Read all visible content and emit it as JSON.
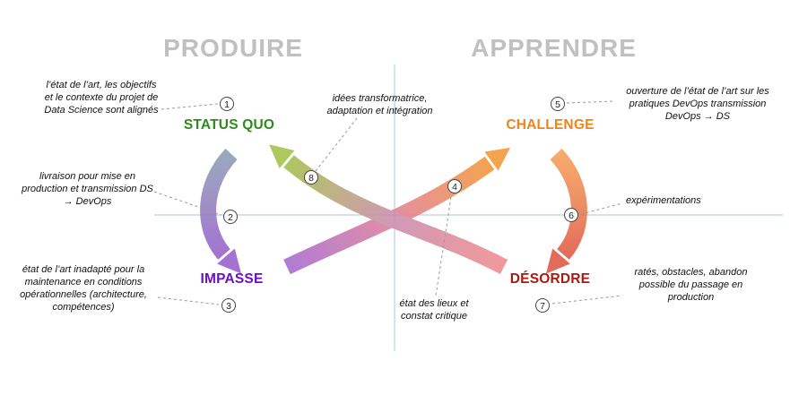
{
  "headers": {
    "left": "PRODUIRE",
    "right": "APPRENDRE"
  },
  "states": {
    "status_quo": {
      "label": "STATUS QUO",
      "color": "#2f8a1e"
    },
    "challenge": {
      "label": "CHALLENGE",
      "color": "#f08419"
    },
    "impasse": {
      "label": "IMPASSE",
      "color": "#6d0fc4"
    },
    "desordre": {
      "label": "DÉSORDRE",
      "color": "#a81a12"
    }
  },
  "annotations": [
    {
      "num": "1",
      "text": "l’état de l’art, les objectifs et le contexte du projet de Data Science sont alignés"
    },
    {
      "num": "2",
      "text": "livraison pour mise en production et transmission DS → DevOps"
    },
    {
      "num": "3",
      "text": "état de l’art inadapté pour la maintenance en conditions opérationnelles (architecture, compétences)"
    },
    {
      "num": "4",
      "text": "état des lieux et constat critique"
    },
    {
      "num": "5",
      "text": "ouverture de l’état de l’art sur les pratiques DevOps transmission DevOps → DS"
    },
    {
      "num": "6",
      "text": "expérimentations"
    },
    {
      "num": "7",
      "text": "ratés, obstacles, abandon possible du passage en production"
    },
    {
      "num": "8",
      "text": "idées transformatrice, adaptation et intégration"
    }
  ],
  "arrows": [
    {
      "name": "status-quo-to-impasse",
      "from": "STATUS QUO",
      "to": "IMPASSE",
      "step": "2",
      "gradient": [
        "#8f9fb6",
        "#9c63cd"
      ]
    },
    {
      "name": "impasse-to-challenge",
      "from": "IMPASSE",
      "to": "CHALLENGE",
      "step": "4",
      "gradient": [
        "#a76ed1",
        "#e0829b",
        "#f49a3a"
      ]
    },
    {
      "name": "challenge-to-desordre",
      "from": "CHALLENGE",
      "to": "DÉSORDRE",
      "step": "6",
      "gradient": [
        "#f6a35c",
        "#df5b49"
      ]
    },
    {
      "name": "desordre-to-status-quo",
      "from": "DÉSORDRE",
      "to": "STATUS QUO",
      "step": "8",
      "gradient": [
        "#ef8f92",
        "#cc8fae",
        "#a6c14d"
      ]
    }
  ],
  "colors": {
    "header_gray": "#c0c0c0",
    "axis": "#a9c4da"
  }
}
